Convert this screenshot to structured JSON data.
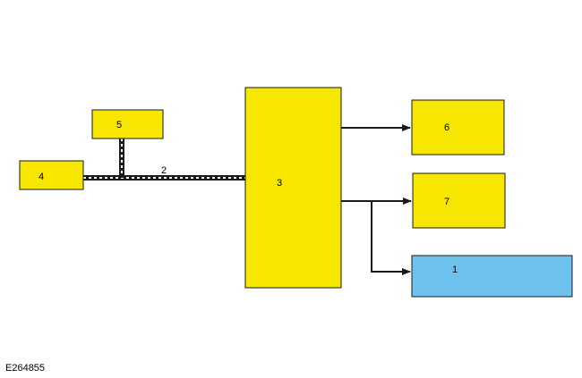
{
  "colors": {
    "box_fill": "#f7e600",
    "box_highlight": "#6ec1ec",
    "stroke": "#1a1a1a",
    "bus_dash": "#ffffff"
  },
  "nodes": {
    "n1": "1",
    "n2": "2",
    "n3": "3",
    "n4": "4",
    "n5": "5",
    "n6": "6",
    "n7": "7"
  },
  "figure_code": "E264855"
}
